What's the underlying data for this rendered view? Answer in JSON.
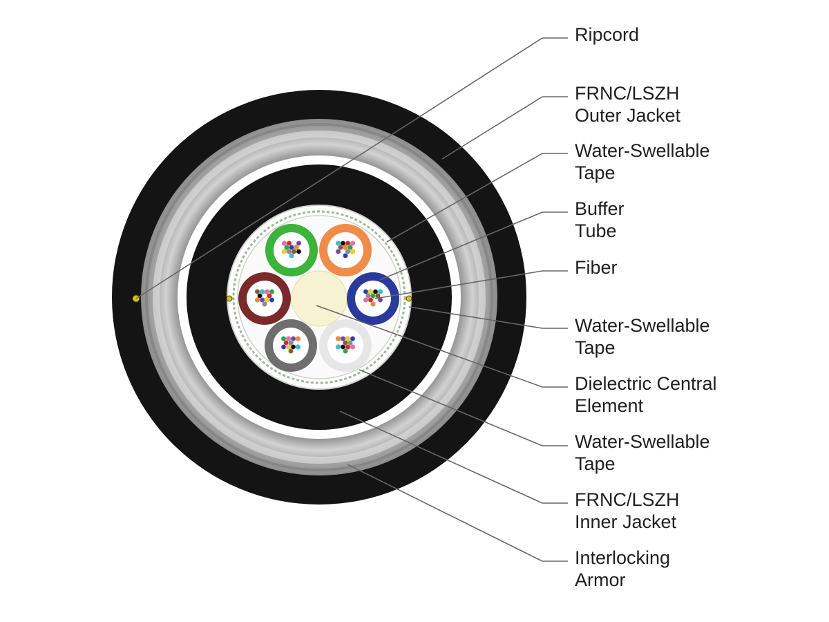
{
  "labels": [
    {
      "id": "ripcord",
      "lines": [
        "Ripcord"
      ]
    },
    {
      "id": "outer-jacket",
      "lines": [
        "FRNC/LSZH",
        "Outer Jacket"
      ]
    },
    {
      "id": "water-swellable-tape-1",
      "lines": [
        "Water-Swellable",
        "Tape"
      ]
    },
    {
      "id": "buffer-tube",
      "lines": [
        "Buffer",
        "Tube"
      ]
    },
    {
      "id": "fiber",
      "lines": [
        "Fiber"
      ]
    },
    {
      "id": "water-swellable-tape-2",
      "lines": [
        "Water-Swellable",
        "Tape"
      ]
    },
    {
      "id": "central-element",
      "lines": [
        "Dielectric Central",
        "Element"
      ]
    },
    {
      "id": "water-swellable-tape-3",
      "lines": [
        "Water-Swellable",
        "Tape"
      ]
    },
    {
      "id": "inner-jacket",
      "lines": [
        "FRNC/LSZH",
        "Inner Jacket"
      ]
    },
    {
      "id": "armor",
      "lines": [
        "Interlocking",
        "Armor"
      ]
    }
  ],
  "colors": {
    "jacket": "#141414",
    "armor_light": "#c9c9c9",
    "armor_dark": "#8a8a8a",
    "tape": "#ffffff",
    "central_element": "#f7f2d2",
    "leader_line": "#666666",
    "tube_green": "#3cb33a",
    "tube_orange": "#f08c4a",
    "tube_blue": "#2a3a9a",
    "tube_white": "#e6e6e6",
    "tube_grey": "#6e6e6e",
    "tube_brown": "#7a2a2a"
  }
}
